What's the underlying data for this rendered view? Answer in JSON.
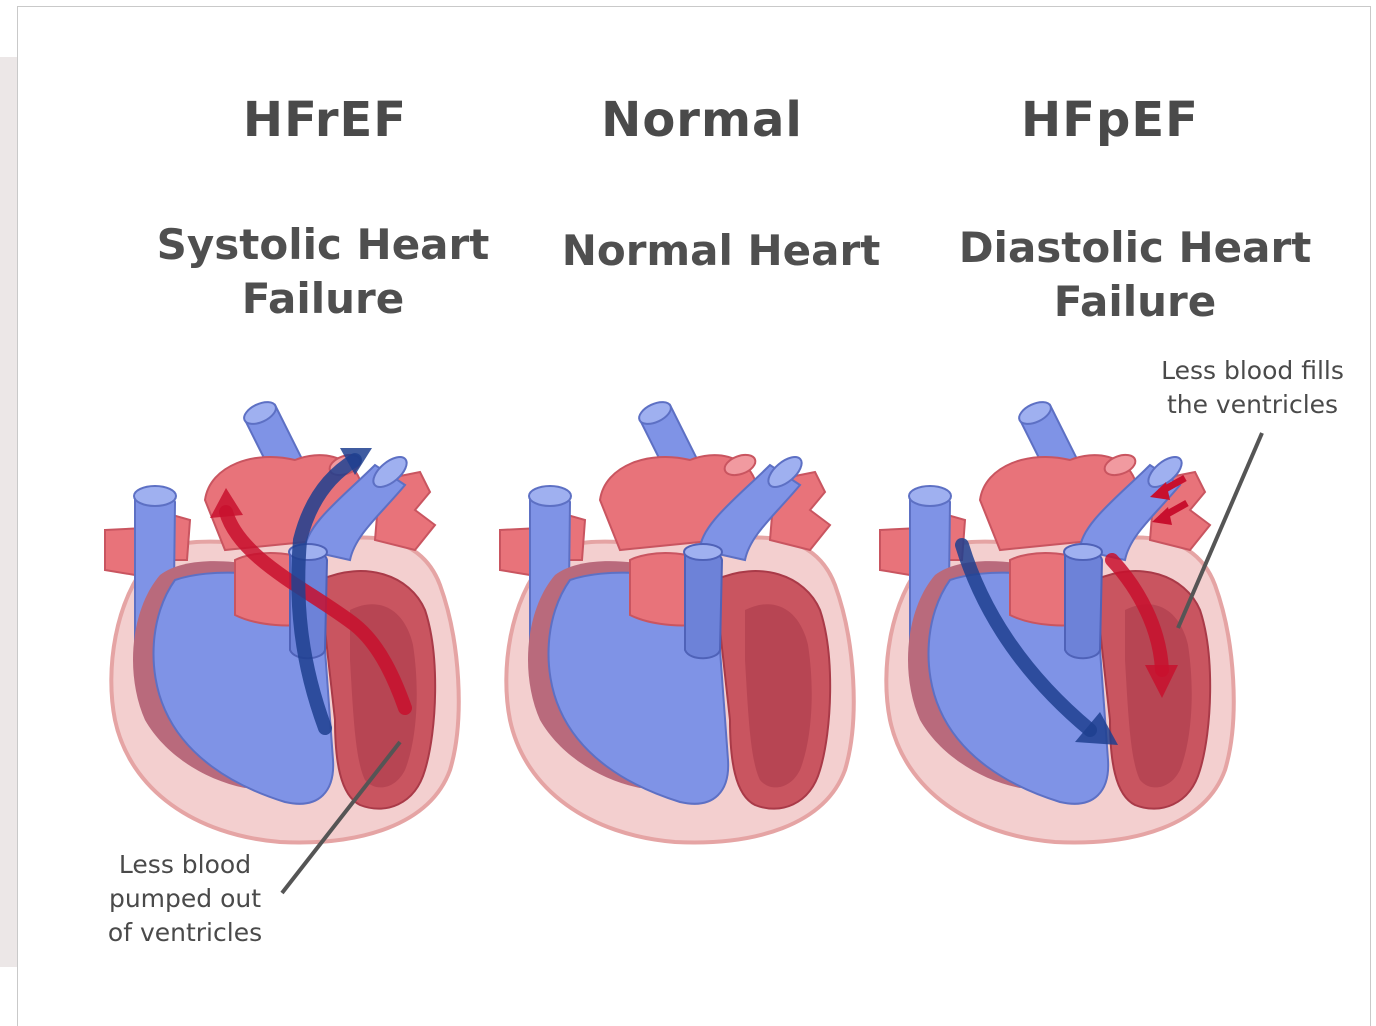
{
  "columns": [
    {
      "title": "HFrEF",
      "subtitle_line1": "Systolic Heart",
      "subtitle_line2": "Failure"
    },
    {
      "title": "Normal",
      "subtitle_line1": "Normal Heart",
      "subtitle_line2": ""
    },
    {
      "title": "HFpEF",
      "subtitle_line1": "Diastolic Heart",
      "subtitle_line2": "Failure"
    }
  ],
  "callouts": {
    "systolic": {
      "line1": "Less blood",
      "line2": "pumped out",
      "line3": "of ventricles"
    },
    "diastolic": {
      "line1": "Less blood fills",
      "line2": "the ventricles"
    }
  },
  "colors": {
    "oxygenated": "#e8737a",
    "deoxygenated": "#7f93e6",
    "arrow_red": "#c8102e",
    "arrow_blue": "#1f3f8f",
    "pericardium": "#f3cfcf",
    "text": "#4a4a4a"
  }
}
